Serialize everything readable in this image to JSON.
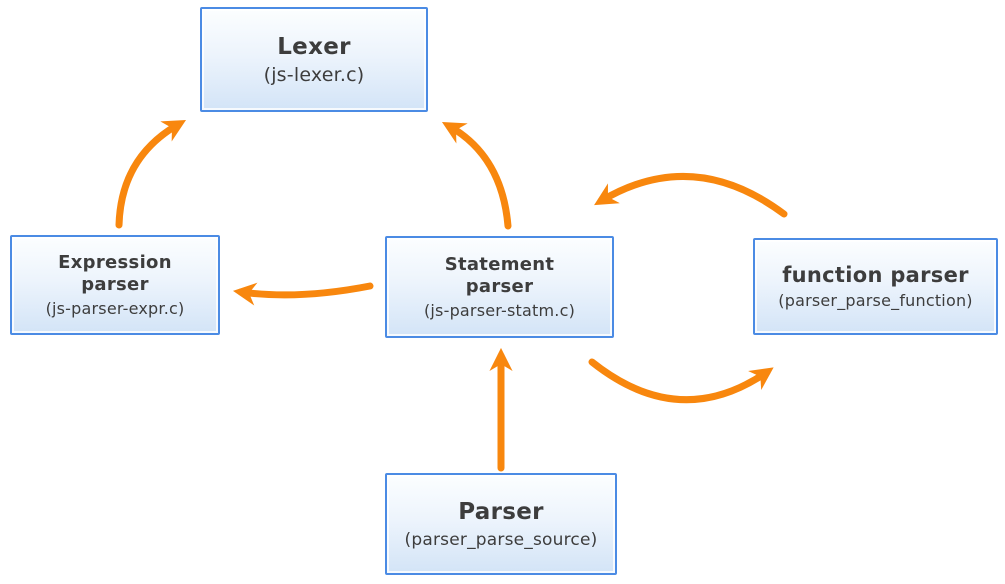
{
  "diagram": {
    "nodes": {
      "lexer": {
        "title": "Lexer",
        "subtitle": "(js-lexer.c)"
      },
      "expression_parser": {
        "title": "Expression\nparser",
        "subtitle": "(js-parser-expr.c)"
      },
      "statement_parser": {
        "title": "Statement\nparser",
        "subtitle": "(js-parser-statm.c)"
      },
      "function_parser": {
        "title": "function parser",
        "subtitle": "(parser_parse_function)"
      },
      "parser": {
        "title": "Parser",
        "subtitle": "(parser_parse_source)"
      }
    },
    "edges": [
      {
        "from": "expression_parser",
        "to": "lexer"
      },
      {
        "from": "statement_parser",
        "to": "lexer"
      },
      {
        "from": "statement_parser",
        "to": "expression_parser"
      },
      {
        "from": "function_parser",
        "to": "statement_parser"
      },
      {
        "from": "statement_parser",
        "to": "function_parser"
      },
      {
        "from": "parser",
        "to": "statement_parser"
      }
    ],
    "colors": {
      "arrow": "#F8870E",
      "box_border": "#4B8BE4",
      "box_fill_top": "#FCFEFF",
      "box_fill_bottom": "#D3E4F7",
      "text": "#3D3D3D"
    }
  }
}
